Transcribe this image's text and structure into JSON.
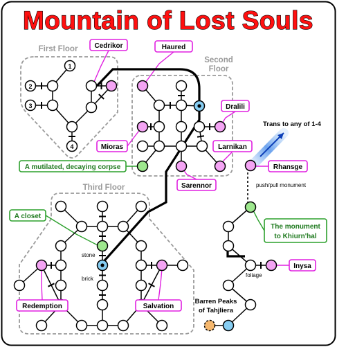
{
  "title": "Mountain of Lost Souls",
  "areas": {
    "first_floor": "First Floor",
    "second_floor_line1": "Second",
    "second_floor_line2": "Floor",
    "third_floor": "Third Floor"
  },
  "room_numbers": [
    "1",
    "2",
    "3",
    "4"
  ],
  "callouts": {
    "cedrikor": "Cedrikor",
    "haured": "Haured",
    "dralili": "Dralili",
    "mioras": "Mioras",
    "larnikan": "Larnikan",
    "corpse": "A mutilated, decaying corpse",
    "sarennor": "Sarennor",
    "rhansge": "Rhansge",
    "closet": "A closet",
    "monument_line1": "The monument",
    "monument_line2": "to Khiurn'hal",
    "inysa": "Inysa",
    "redemption": "Redemption",
    "salvation": "Salvation"
  },
  "labels": {
    "trans": "Trans to any of 1-4",
    "push_pull": "push/pull monument",
    "stone": "stone",
    "brick": "brick",
    "foliage": "foliage",
    "barren_line1": "Barren Peaks",
    "barren_line2": "of Tahjliera"
  },
  "colors": {
    "title_red": "#ff1010",
    "magenta": "#e020e0",
    "pink_room": "#f4a4f4",
    "green": "#2ca02c",
    "green_room": "#9ee88e",
    "blue_room": "#86cdf2",
    "orange_room": "#f5b76d",
    "area_gray": "#9a9a9a"
  }
}
